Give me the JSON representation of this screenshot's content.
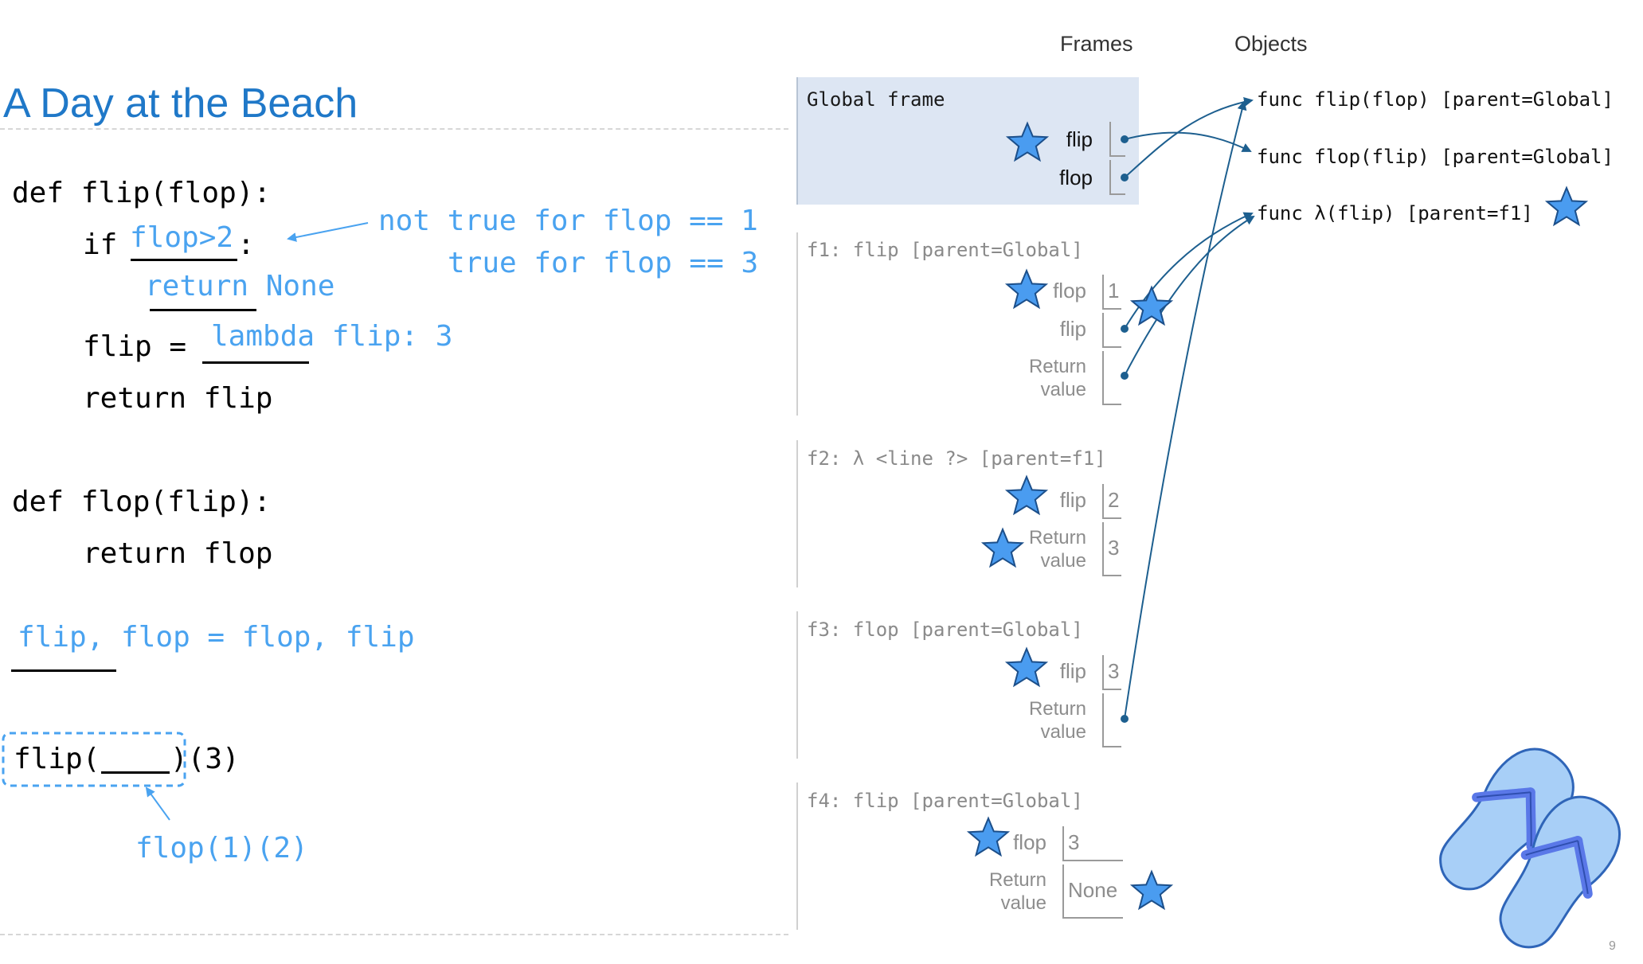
{
  "slide": {
    "title": "A Day at the Beach",
    "page_number": "9"
  },
  "code": {
    "line1": "def flip(flop):",
    "line2_if": "if ",
    "line2_colon": ":",
    "line3_flip": "flip = ",
    "line4": "return flip",
    "line5": "def flop(flip):",
    "line6": "return flop",
    "line7_call_a": "flip(",
    "line7_call_b": ")(3)"
  },
  "answers": {
    "condition": "flop>2",
    "return_stmt": "return None",
    "lambda_expr": "lambda flip: 3",
    "assignment": "flip, flop = flop, flip",
    "call_arg": "flop(1)(2)",
    "note_line1": "not true for flop == 1",
    "note_line2": "true for flop == 3"
  },
  "environment": {
    "frames_header": "Frames",
    "objects_header": "Objects",
    "global_frame": {
      "title": "Global frame",
      "vars": [
        "flip",
        "flop"
      ]
    },
    "f1": {
      "title": "f1: flip [parent=Global]",
      "var_flop": "flop",
      "val_flop": "1",
      "var_flip": "flip",
      "return_label_1": "Return",
      "return_label_2": "value"
    },
    "f2": {
      "title": "f2: λ <line ?> [parent=f1]",
      "var_flip": "flip",
      "val_flip": "2",
      "return_label_1": "Return",
      "return_label_2": "value",
      "return_value": "3"
    },
    "f3": {
      "title": "f3: flop [parent=Global]",
      "var_flip": "flip",
      "val_flip": "3",
      "return_label_1": "Return",
      "return_label_2": "value"
    },
    "f4": {
      "title": "f4: flip [parent=Global]",
      "var_flop": "flop",
      "val_flop": "3",
      "return_label_1": "Return",
      "return_label_2": "value",
      "return_value": "None"
    },
    "objects": [
      "func flip(flop) [parent=Global]",
      "func flop(flip) [parent=Global]",
      "func λ(flip) [parent=f1]"
    ]
  },
  "colors": {
    "title_blue": "#1f78c8",
    "annotation_blue": "#4aa3f0",
    "star_blue": "#4a9cf0",
    "arrow_blue": "#1d5f8f",
    "global_frame_bg": "#dde6f3",
    "sandal_fill": "#a8cff7",
    "strap_blue": "#5a78e8"
  },
  "icons": [
    "star-icon",
    "flip-flops-icon"
  ]
}
